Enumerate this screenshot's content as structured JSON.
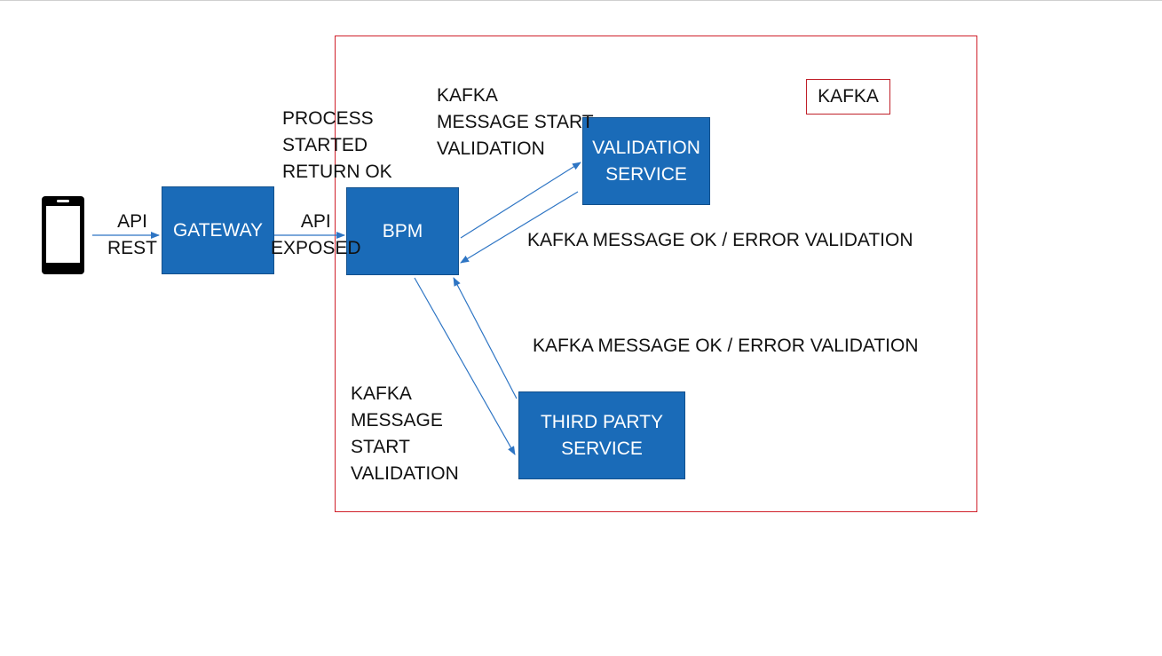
{
  "diagram": {
    "nodes": {
      "gateway": "GATEWAY",
      "bpm": "BPM",
      "validation_service": "VALIDATION\nSERVICE",
      "third_party_service": "THIRD  PARTY\nSERVICE"
    },
    "legend": "KAFKA",
    "edge_labels": {
      "api_rest": "API\nREST",
      "api_exposed": "API\nEXPOSED",
      "process_started": "PROCESS\nSTARTED\nRETURN OK",
      "kafka_start_validation_top": "KAFKA\nMESSAGE START\n  VALIDATION",
      "kafka_ok_error_validation_1": "KAFKA MESSAGE OK / ERROR VALIDATION",
      "kafka_ok_error_validation_2": "KAFKA MESSAGE OK / ERROR VALIDATION",
      "kafka_start_validation_bottom": "KAFKA\nMESSAGE\nSTART\nVALIDATION"
    },
    "colors": {
      "node_fill": "#1a6bb8",
      "kafka_border": "#d0202a",
      "arrow": "#2e75c4"
    },
    "icons": {
      "client": "mobile-phone-icon"
    }
  }
}
